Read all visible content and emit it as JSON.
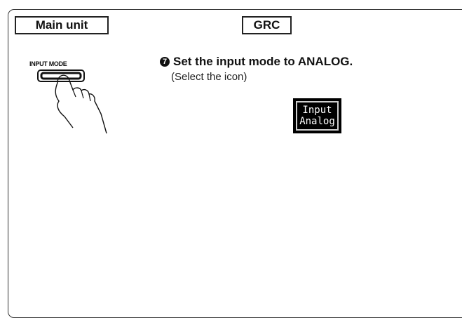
{
  "header": {
    "main_unit_label": "Main unit",
    "grc_label": "GRC"
  },
  "device": {
    "button_label": "INPUT MODE"
  },
  "step": {
    "number": "7",
    "instruction": "Set the input mode to ANALOG.",
    "sub_instruction": "(Select the icon)"
  },
  "icon": {
    "line1": "Input",
    "line2": "Analog"
  }
}
